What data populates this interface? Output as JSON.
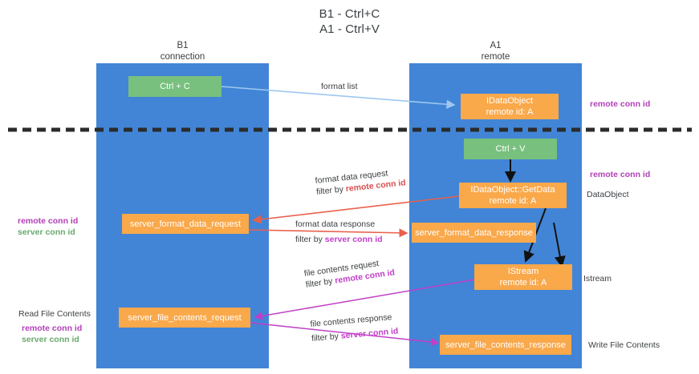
{
  "title": {
    "line1": "B1 - Ctrl+C",
    "line2": "A1 - Ctrl+V"
  },
  "columns": [
    {
      "name": "B1",
      "sub": "connection"
    },
    {
      "name": "A1",
      "sub": "remote"
    }
  ],
  "nodes": {
    "ctrl_c": {
      "line1": "Ctrl + C",
      "line2": ""
    },
    "idataobject": {
      "line1": "IDataObject",
      "line2": "remote id: A"
    },
    "ctrl_v": {
      "line1": "Ctrl + V",
      "line2": ""
    },
    "idataobject_getdata": {
      "line1": "IDataObject::GetData",
      "line2": "remote id: A"
    },
    "server_format_data_request": {
      "line1": "server_format_data_request",
      "line2": ""
    },
    "server_format_data_response": {
      "line1": "server_format_data_response",
      "line2": ""
    },
    "istream": {
      "line1": "IStream",
      "line2": "remote id: A"
    },
    "server_file_contents_request": {
      "line1": "server_file_contents_request",
      "line2": ""
    },
    "server_file_contents_response": {
      "line1": "server_file_contents_response",
      "line2": ""
    }
  },
  "edge_labels": {
    "format_list": {
      "main": "format list",
      "filter_prefix": "",
      "filter_key": ""
    },
    "format_data_request": {
      "main": "format data request",
      "filter_prefix": "filter by ",
      "filter_key": "remote conn id"
    },
    "format_data_response": {
      "main": "format data response",
      "filter_prefix": "filter by ",
      "filter_key": "server conn id"
    },
    "file_contents_request": {
      "main": "file contents request",
      "filter_prefix": "filter by ",
      "filter_key": "remote conn id"
    },
    "file_contents_response": {
      "main": "file contents response",
      "filter_prefix": "filter by ",
      "filter_key": "server conn id"
    }
  },
  "annotations": {
    "right_remote_conn_id_top": "remote conn id",
    "right_remote_conn_id_mid": "remote conn id",
    "right_dataobject": "DataObject",
    "right_istream": "Istream",
    "right_write_file_contents": "Write File Contents",
    "left_read_file_contents": "Read File Contents",
    "left_remote_conn_id_mid": "remote conn id",
    "left_server_conn_id_mid": "server conn id",
    "left_remote_conn_id_bot": "remote conn id",
    "left_server_conn_id_bot": "server conn id"
  },
  "colors": {
    "lane": "#4285d6",
    "node_green": "#78c07e",
    "node_orange": "#f9a84a",
    "accent_purple": "#b13fb7",
    "accent_green": "#6aa96f",
    "accent_red": "#e8604c",
    "accent_magenta": "#c13fc7",
    "accent_blue_line": "#9dc7ef",
    "divider": "#2b2b2b"
  }
}
